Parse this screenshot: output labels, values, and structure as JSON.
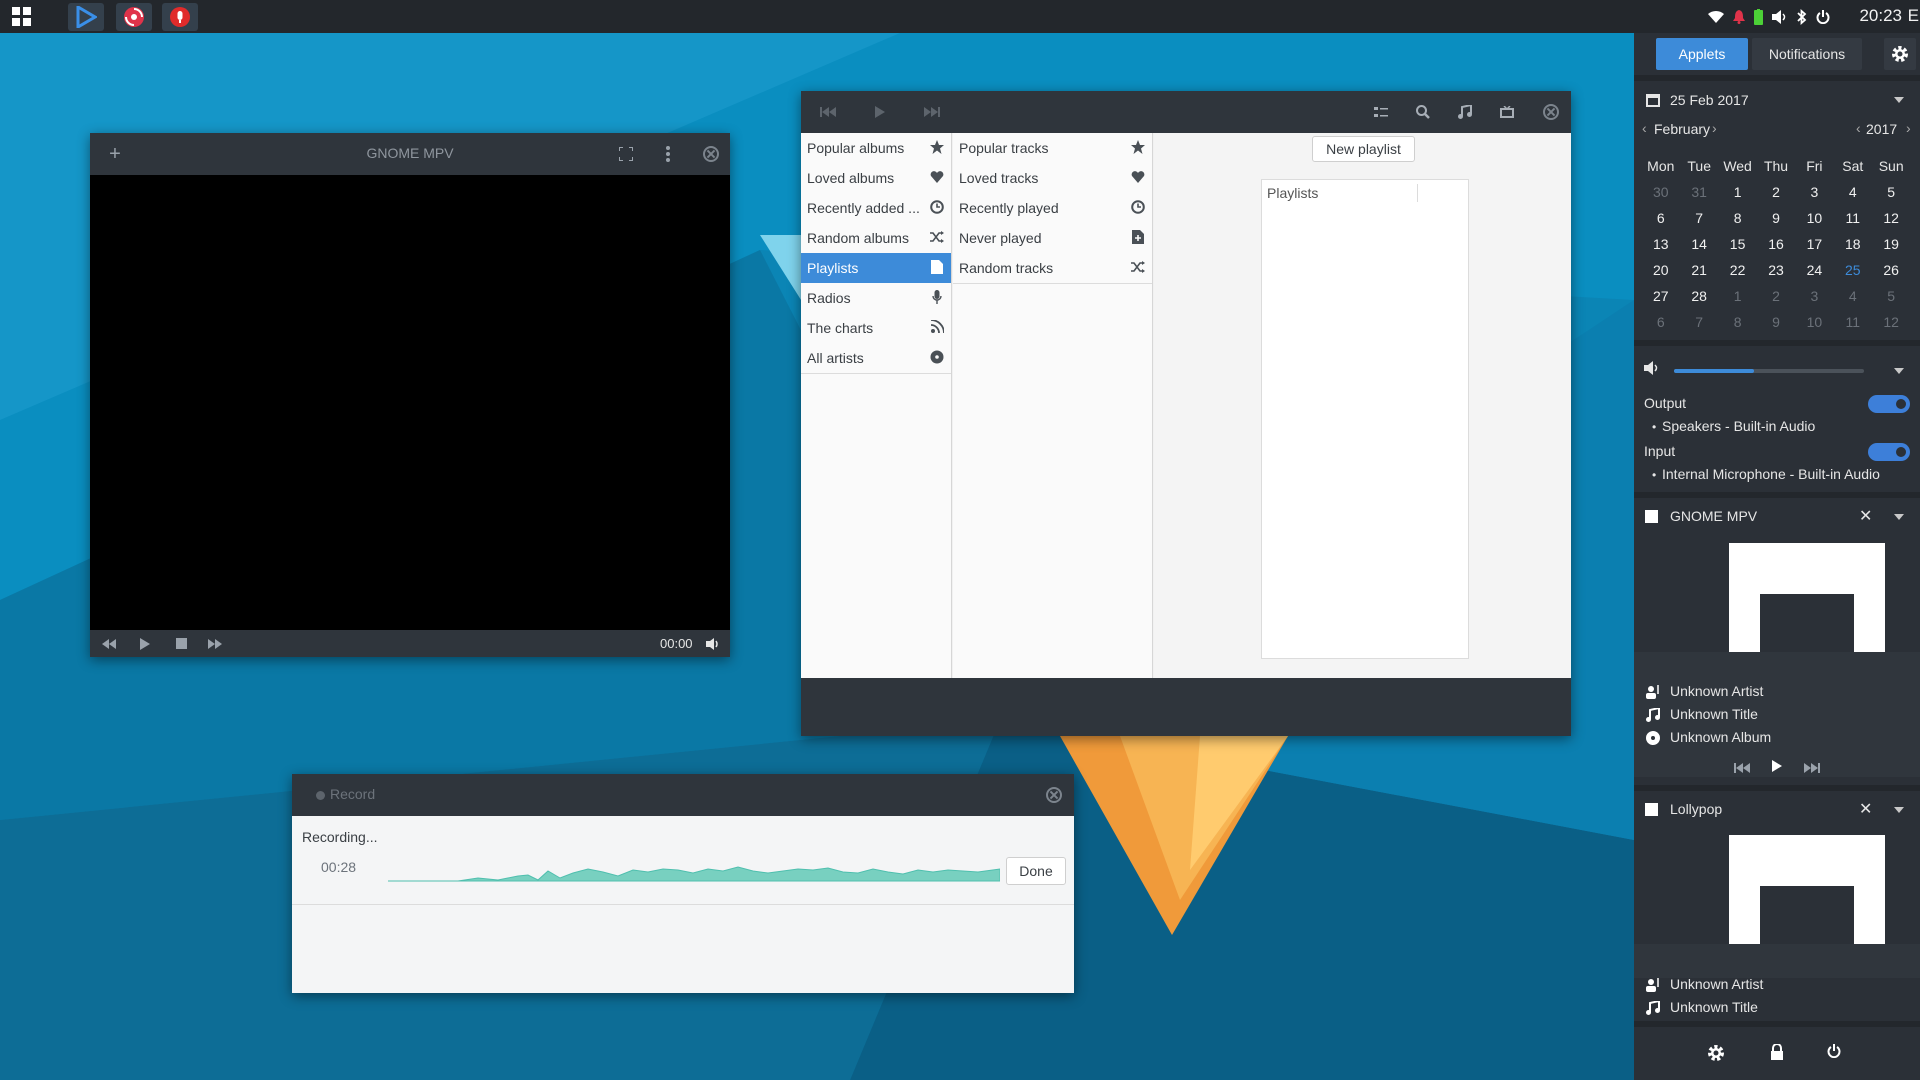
{
  "clock": "20:23",
  "clock_tail": "E",
  "mpv": {
    "title": "GNOME MPV",
    "time": "00:00"
  },
  "lollypop": {
    "categories": [
      {
        "label": "Popular albums",
        "icon": "star-icon"
      },
      {
        "label": "Loved albums",
        "icon": "heart-icon"
      },
      {
        "label": "Recently added ...",
        "icon": "clock-icon"
      },
      {
        "label": "Random albums",
        "icon": "shuffle-icon"
      },
      {
        "label": "Playlists",
        "icon": "playlist-icon",
        "selected": true
      },
      {
        "label": "Radios",
        "icon": "microphone-icon"
      },
      {
        "label": "The charts",
        "icon": "rss-icon"
      },
      {
        "label": "All artists",
        "icon": "disc-icon"
      }
    ],
    "playlist_items": [
      {
        "label": "Popular tracks",
        "icon": "star-icon"
      },
      {
        "label": "Loved tracks",
        "icon": "heart-icon"
      },
      {
        "label": "Recently played",
        "icon": "clock-icon"
      },
      {
        "label": "Never played",
        "icon": "add-file-icon"
      },
      {
        "label": "Random tracks",
        "icon": "shuffle-icon"
      }
    ],
    "new_playlist": "New playlist",
    "playlists_header": "Playlists"
  },
  "record": {
    "title": "Record",
    "status": "Recording...",
    "time": "00:28",
    "done": "Done"
  },
  "panel": {
    "tabs": {
      "applets": "Applets",
      "notifications": "Notifications"
    },
    "date": "25 Feb 2017",
    "month": "February",
    "year": "2017",
    "weekdays": [
      "Mon",
      "Tue",
      "Wed",
      "Thu",
      "Fri",
      "Sat",
      "Sun"
    ],
    "weeks": [
      [
        "30",
        "31",
        "1",
        "2",
        "3",
        "4",
        "5"
      ],
      [
        "6",
        "7",
        "8",
        "9",
        "10",
        "11",
        "12"
      ],
      [
        "13",
        "14",
        "15",
        "16",
        "17",
        "18",
        "19"
      ],
      [
        "20",
        "21",
        "22",
        "23",
        "24",
        "25",
        "26"
      ],
      [
        "27",
        "28",
        "1",
        "2",
        "3",
        "4",
        "5"
      ],
      [
        "6",
        "7",
        "8",
        "9",
        "10",
        "11",
        "12"
      ]
    ],
    "volume_level": 0.42,
    "output_label": "Output",
    "output_device": "Speakers - Built-in Audio",
    "input_label": "Input",
    "input_device": "Internal Microphone - Built-in Audio",
    "player1": {
      "name": "GNOME MPV",
      "artist": "Unknown Artist",
      "title": "Unknown Title",
      "album": "Unknown Album"
    },
    "player2": {
      "name": "Lollypop",
      "artist": "Unknown Artist",
      "title": "Unknown Title"
    }
  },
  "colors": {
    "accent": "#3d8bd9",
    "panel_bg": "#2b3037",
    "titlebar": "#2f353c"
  }
}
